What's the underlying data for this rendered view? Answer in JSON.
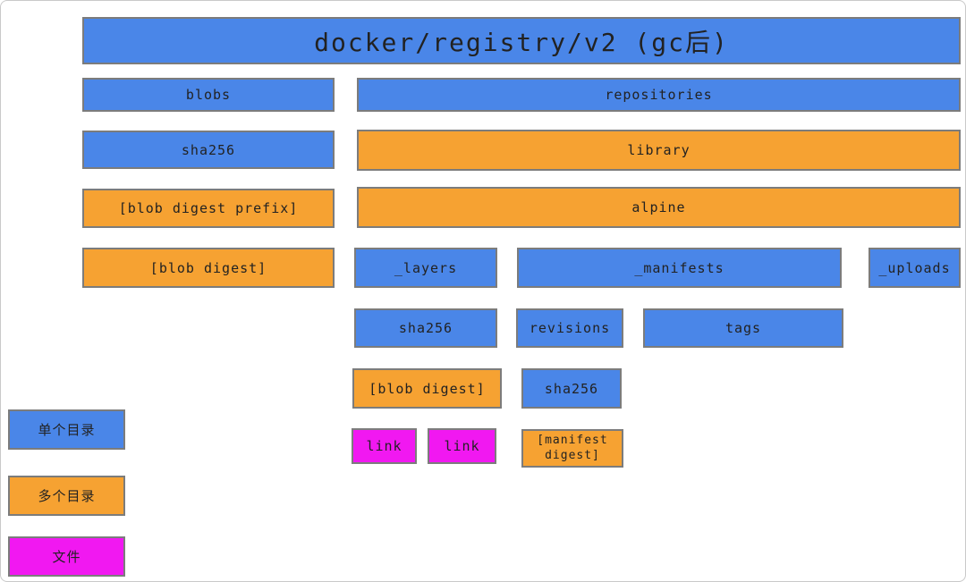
{
  "diagram": {
    "title": "docker/registry/v2 (gc后)",
    "nodes": {
      "blobs": "blobs",
      "repositories": "repositories",
      "sha256_blobs": "sha256",
      "library": "library",
      "blob_digest_prefix": "[blob digest prefix]",
      "alpine": "alpine",
      "blob_digest": "[blob digest]",
      "layers": "_layers",
      "manifests": "_manifests",
      "uploads": "_uploads",
      "sha256_layers": "sha256",
      "revisions": "revisions",
      "tags": "tags",
      "blob_digest_link": "[blob digest]",
      "sha256_revisions": "sha256",
      "link_1": "link",
      "link_2": "link",
      "manifest_digest": "[manifest digest]"
    },
    "legend": [
      {
        "label": "单个目录",
        "color": "#4a86e8"
      },
      {
        "label": "多个目录",
        "color": "#f6a232"
      },
      {
        "label": "文件",
        "color": "#f118f1"
      }
    ],
    "colors": {
      "single_directory": "#4a86e8",
      "multiple_directories": "#f6a232",
      "file": "#f118f1",
      "border": "#7c7c7c"
    }
  }
}
